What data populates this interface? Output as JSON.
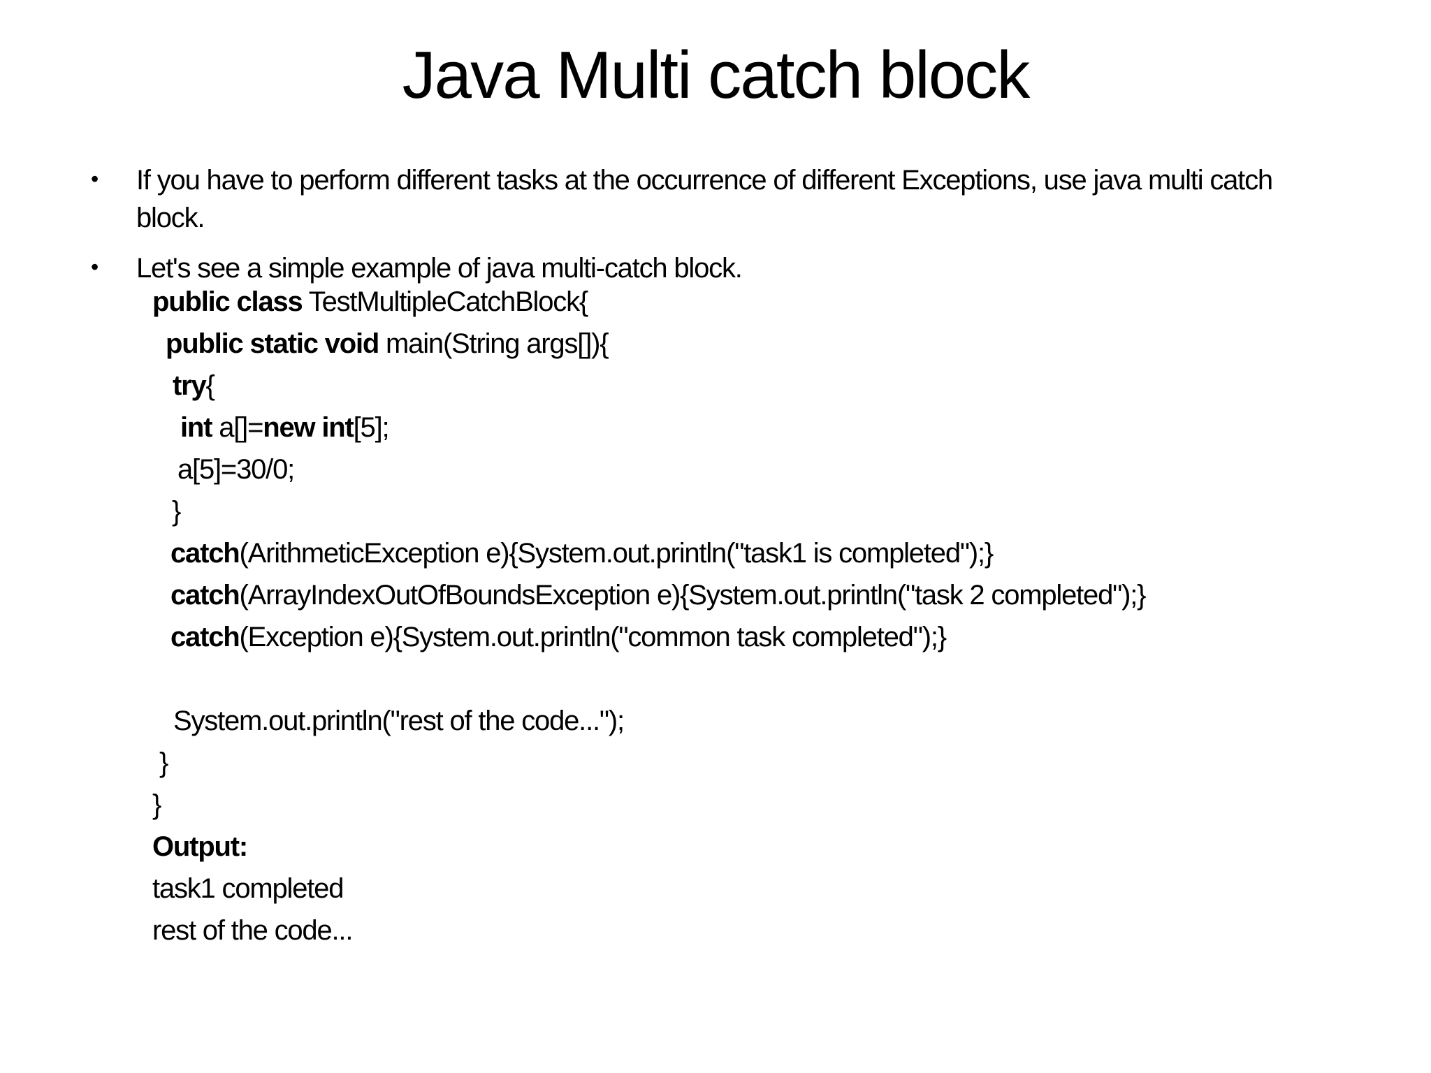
{
  "slide": {
    "title": "Java Multi catch block",
    "bullet_marker": "•",
    "bullets": [
      {
        "lines": [
          "If you have to perform different tasks at the occurrence of different Exceptions, use java multi catch",
          "block."
        ]
      },
      {
        "lines": [
          "Let's see a simple example of java multi-catch block."
        ]
      }
    ],
    "code_lines": [
      {
        "indent": 0,
        "segments": [
          {
            "text": "public class",
            "bold": true
          },
          {
            "text": " TestMultipleCatchBlock{",
            "bold": false
          }
        ]
      },
      {
        "indent": 19,
        "segments": [
          {
            "text": "public static void",
            "bold": true
          },
          {
            "text": " main(String args[]){",
            "bold": false
          }
        ]
      },
      {
        "indent": 29,
        "segments": [
          {
            "text": "try",
            "bold": true
          },
          {
            "text": "{",
            "bold": false
          }
        ]
      },
      {
        "indent": 40,
        "segments": [
          {
            "text": "int",
            "bold": true
          },
          {
            "text": " a[]=",
            "bold": false
          },
          {
            "text": "new int",
            "bold": true
          },
          {
            "text": "[5];",
            "bold": false
          }
        ]
      },
      {
        "indent": 36,
        "segments": [
          {
            "text": "a[5]=30/0;",
            "bold": false
          }
        ]
      },
      {
        "indent": 28,
        "segments": [
          {
            "text": "}",
            "bold": false
          }
        ]
      },
      {
        "indent": 26,
        "segments": [
          {
            "text": "catch",
            "bold": true
          },
          {
            "text": "(ArithmeticException e){System.out.println(\"task1 is completed\");}",
            "bold": false
          }
        ]
      },
      {
        "indent": 26,
        "segments": [
          {
            "text": "catch",
            "bold": true
          },
          {
            "text": "(ArrayIndexOutOfBoundsException e){System.out.println(\"task 2 completed\");}",
            "bold": false
          }
        ]
      },
      {
        "indent": 26,
        "segments": [
          {
            "text": "catch",
            "bold": true
          },
          {
            "text": "(Exception e){System.out.println(\"common task completed\");}",
            "bold": false
          }
        ]
      },
      {
        "indent": 0,
        "segments": []
      },
      {
        "indent": 30,
        "segments": [
          {
            "text": "System.out.println(\"rest of the code...\");",
            "bold": false
          }
        ]
      },
      {
        "indent": 10,
        "segments": [
          {
            "text": "}",
            "bold": false
          }
        ]
      },
      {
        "indent": 0,
        "segments": [
          {
            "text": "}",
            "bold": false
          }
        ]
      },
      {
        "indent": 0,
        "segments": [
          {
            "text": "Output:",
            "bold": true
          }
        ]
      },
      {
        "indent": 0,
        "segments": [
          {
            "text": "task1 completed",
            "bold": false
          }
        ]
      },
      {
        "indent": 0,
        "segments": [
          {
            "text": "rest of the code...",
            "bold": false
          }
        ]
      }
    ]
  }
}
